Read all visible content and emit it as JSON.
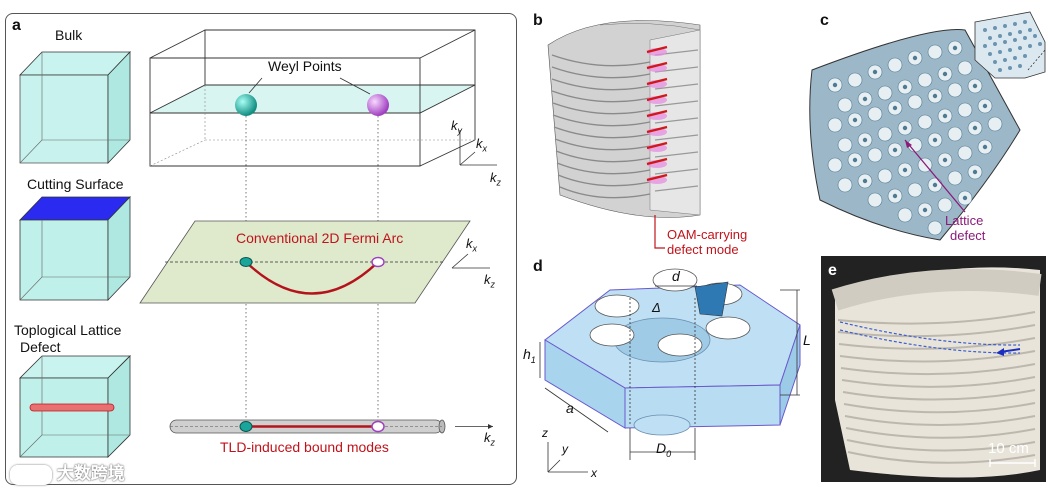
{
  "panel_a": {
    "label": "a",
    "bulk": "Bulk",
    "cutting_surface": "Cutting Surface",
    "tld_line1": "Toplogical Lattice",
    "tld_line2": "Defect",
    "weyl_points": "Weyl Points",
    "fermi_arc": "Conventional 2D Fermi Arc",
    "tld_bound_modes": "TLD-induced bound modes",
    "axis_ky": "k",
    "axis_ky_sub": "y",
    "axis_kx": "k",
    "axis_kx_sub": "x",
    "axis_kz": "k",
    "axis_kz_sub": "z"
  },
  "panel_b": {
    "label": "b",
    "caption_line1": "OAM-carrying",
    "caption_line2": "defect mode"
  },
  "panel_c": {
    "label": "c",
    "caption_line1": "Lattice",
    "caption_line2": "defect"
  },
  "panel_d": {
    "label": "d",
    "dim_d": "d",
    "dim_delta": "Δ",
    "dim_L": "L",
    "dim_h1": "h",
    "dim_h1_sub": "1",
    "dim_a": "a",
    "dim_D0": "D",
    "dim_D0_sub": "0",
    "axis_z": "z",
    "axis_y": "y",
    "axis_x": "x"
  },
  "panel_e": {
    "label": "e",
    "scale_bar": "10 cm"
  },
  "watermark": "大数跨境",
  "colors": {
    "red_label": "#c0141c",
    "purple_label": "#8b1a7a",
    "cyan_box": "#bff0ea",
    "blue_face": "#2020e6",
    "weyl_teal": "#1aa59a",
    "weyl_purple": "#c070d8",
    "plane_green": "#dfe9cc",
    "hex_blue": "#bfe0f4"
  }
}
